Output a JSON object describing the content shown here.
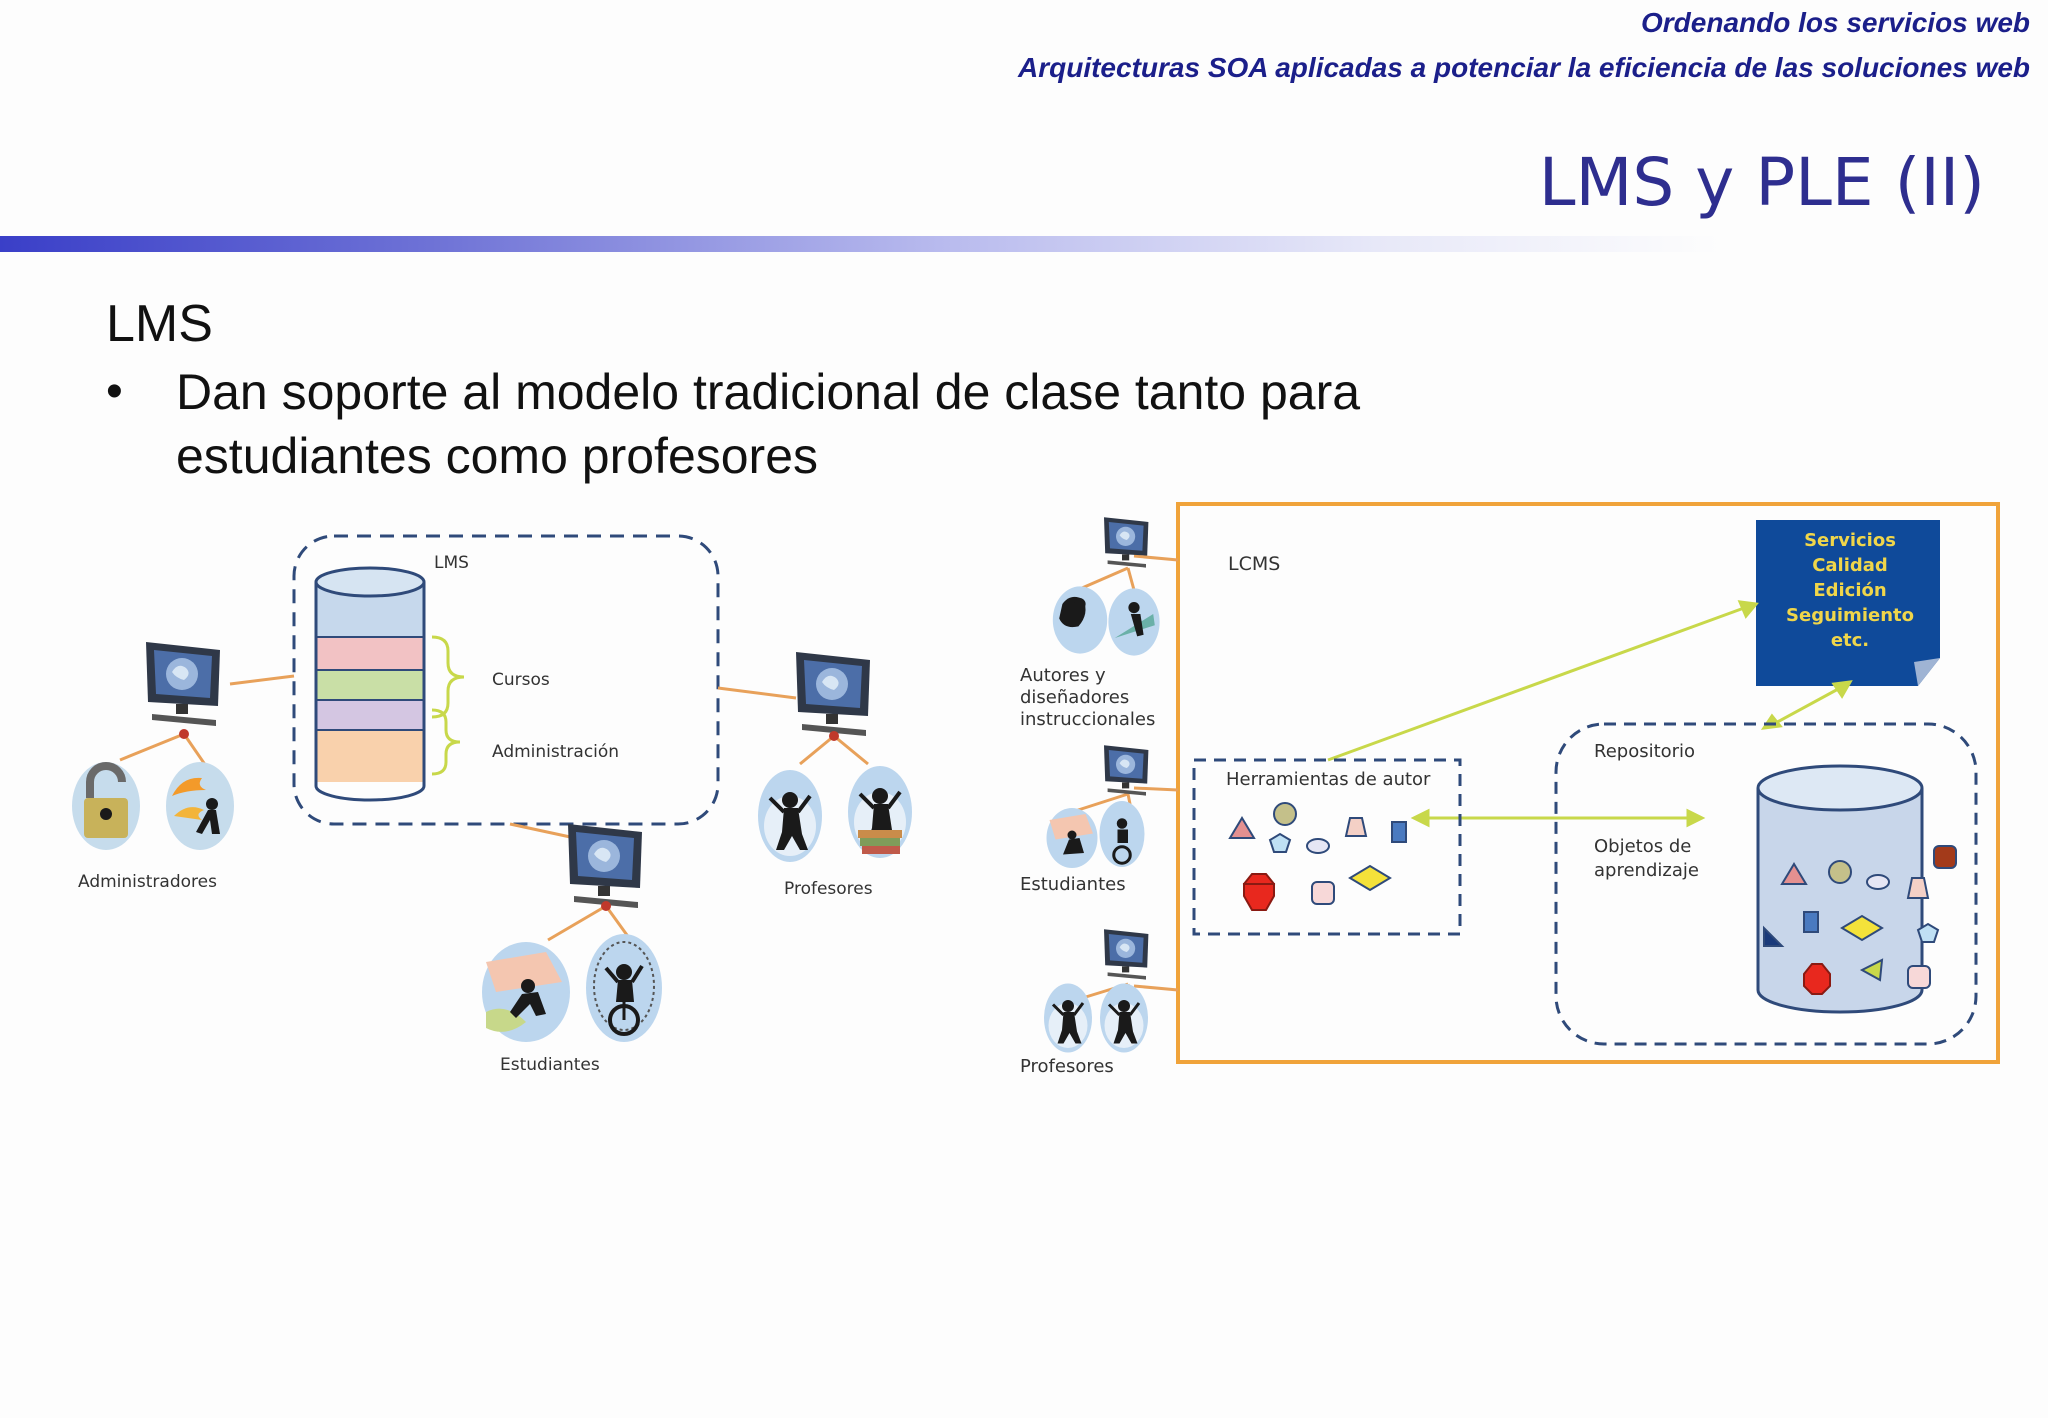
{
  "header": {
    "line1": "Ordenando los servicios web",
    "line2": "Arquitecturas SOA aplicadas a potenciar la eficiencia de las soluciones web"
  },
  "slide": {
    "title": "LMS y PLE (II)",
    "heading": "LMS",
    "bullet_symbol": "•",
    "bullet": "Dan soporte al modelo tradicional de clase tanto para estudiantes como profesores"
  },
  "diagram_lms": {
    "box_label": "LMS",
    "brace1": "Cursos",
    "brace2": "Administración",
    "roles": [
      "Administradores",
      "Profesores",
      "Estudiantes"
    ]
  },
  "diagram_lcms": {
    "box_label": "LCMS",
    "services": [
      "Servicios",
      "Calidad",
      "Edición",
      "Seguimiento",
      "etc."
    ],
    "tools_label": "Herramientas de autor",
    "repo_label": "Repositorio",
    "objects_label": [
      "Objetos de",
      "aprendizaje"
    ],
    "roles": {
      "authors": [
        "Autores y",
        "diseñadores",
        "instruccionales"
      ],
      "students": "Estudiantes",
      "teachers": "Profesores"
    }
  },
  "colors": {
    "header": "#1b1f8a",
    "title": "#2e2e8f",
    "lcms_border": "#f0a33a",
    "dashed": "#2f4a7a",
    "services_fill": "#0f4a9a",
    "services_text": "#f0d64a",
    "arrow": "#c8d84a"
  }
}
